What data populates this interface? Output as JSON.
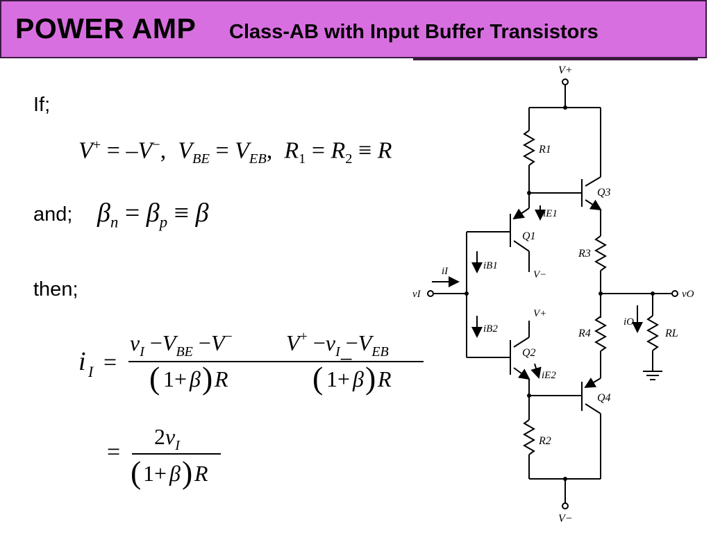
{
  "header": {
    "title": "POWER AMP",
    "subtitle": "Class-AB with Input Buffer Transistors",
    "color": "#d86fe0"
  },
  "body": {
    "if_label": "If;",
    "and_label": "and;",
    "then_label": "then;",
    "condition1": "V⁺ = −V⁻ ,  V_BE = V_EB ,  R₁ = R₂ ≡ R",
    "condition2": "β_n = β_p ≡ β",
    "result1": "i_I = (v_I − V_BE − V⁻)/((1+β)R) − (V⁺ − v_I − V_EB)/((1+β)R)",
    "result2": "= 2v_I/((1+β)R)"
  },
  "circuit": {
    "labels": {
      "vplus_top": "V+",
      "vminus_bottom": "V−",
      "r1": "R1",
      "r2": "R2",
      "r3": "R3",
      "r4": "R4",
      "rl": "RL",
      "q1": "Q1",
      "q2": "Q2",
      "q3": "Q3",
      "q4": "Q4",
      "ie1": "iE1",
      "ie2": "iE2",
      "ib1": "iB1",
      "ib2": "iB2",
      "ii": "iI",
      "io": "iO",
      "vi": "vI",
      "vo": "vO",
      "q1_collector": "V−",
      "q2_collector": "V+"
    }
  }
}
